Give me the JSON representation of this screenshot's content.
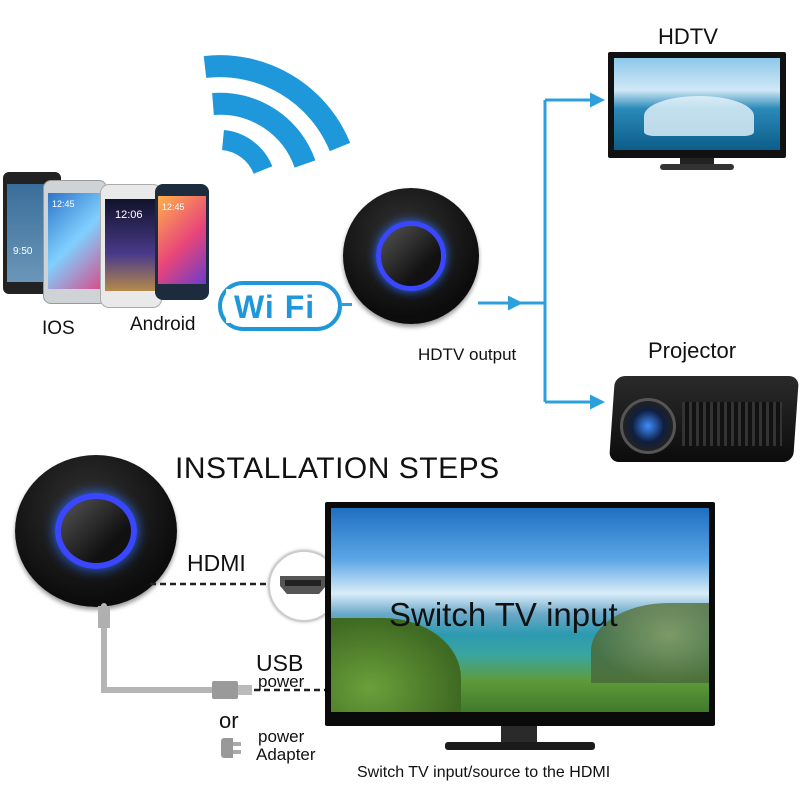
{
  "top": {
    "labels": {
      "ios": "IOS",
      "android": "Android",
      "wifi_badge": "Wi Fi",
      "hdtv_output": "HDTV output",
      "hdtv": "HDTV",
      "projector": "Projector"
    },
    "phones": [
      {
        "screen_time": "9:50",
        "theme": "windows"
      },
      {
        "screen_time": "12:45",
        "theme": "android"
      },
      {
        "screen_time": "12:06",
        "theme": "ios"
      },
      {
        "screen_time": "12:45",
        "theme": "android"
      }
    ]
  },
  "install": {
    "title": "INSTALLATION STEPS",
    "hdmi": "HDMI",
    "usb_line1": "USB",
    "usb_line2": "power",
    "or": "or",
    "adapter_line1": "power",
    "adapter_line2": "Adapter",
    "tv_screen_text": "Switch TV input",
    "caption": "Switch TV input/source to the HDMI"
  },
  "colors": {
    "accent_blue": "#2ba0dc",
    "wifi_blue": "#1f97db",
    "dongle_black": "#1a1a1a",
    "dongle_ring": "#3a47ff"
  }
}
